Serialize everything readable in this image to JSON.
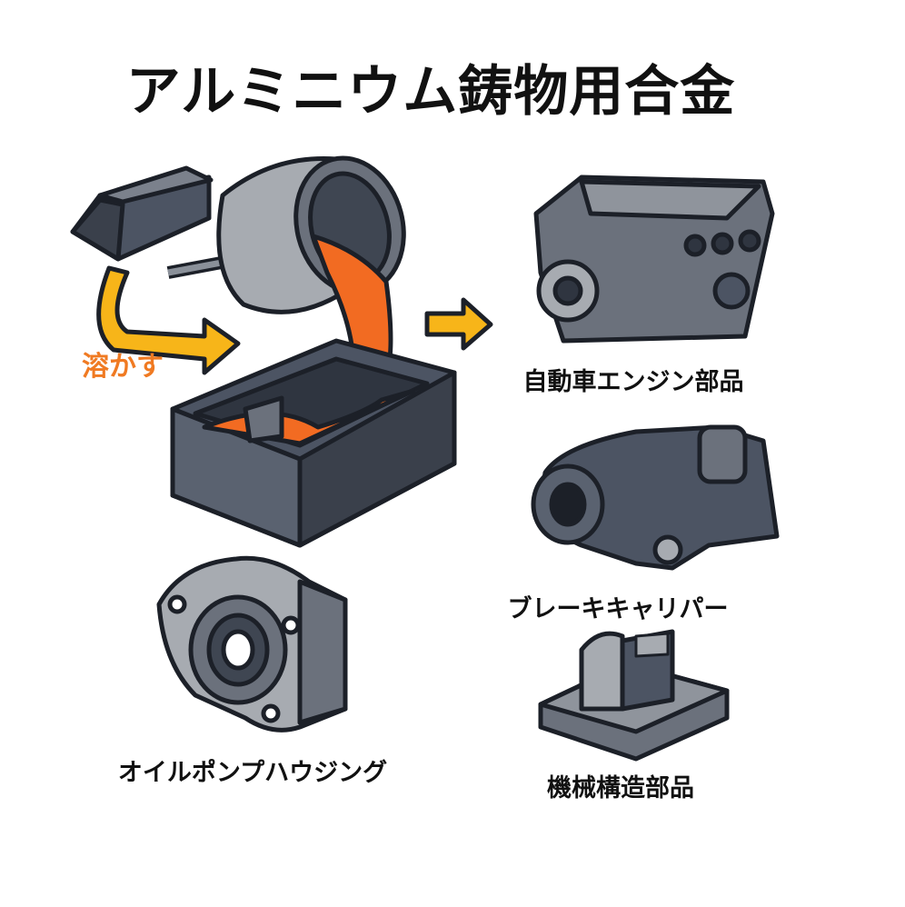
{
  "title": "アルミニウム鋳物用合金",
  "process": {
    "melt_label": "溶かす"
  },
  "products": [
    {
      "label": "自動車エンジン部品",
      "icon": "engine-icon"
    },
    {
      "label": "ブレーキキャリパー",
      "icon": "brake-caliper-icon"
    },
    {
      "label": "オイルポンプハウジング",
      "icon": "oil-pump-housing-icon"
    },
    {
      "label": "機械構造部品",
      "icon": "machine-part-icon"
    }
  ],
  "colors": {
    "molten": "#f26b22",
    "arrow": "#f7b519",
    "metal_dark": "#4c5463",
    "metal_light": "#a7abb1",
    "outline": "#1c2028"
  }
}
